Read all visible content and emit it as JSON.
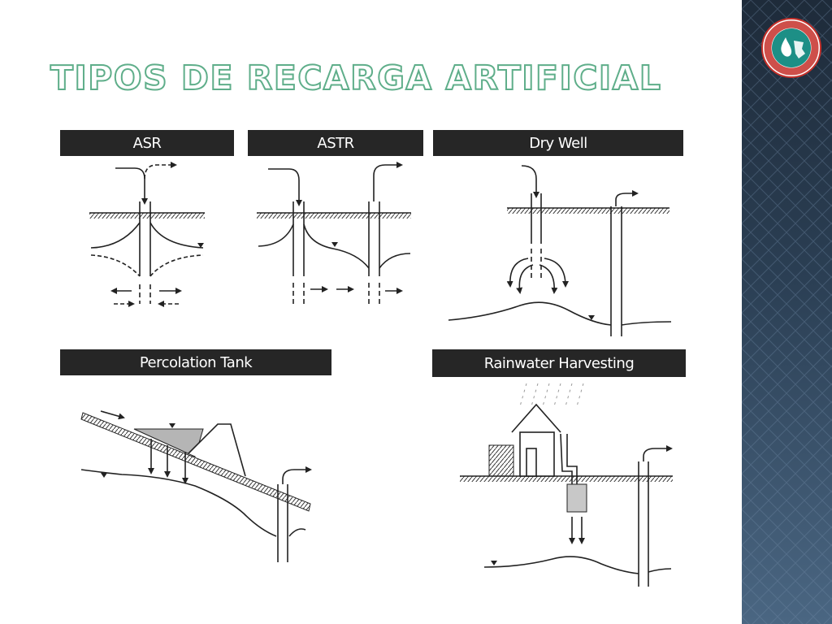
{
  "title": "TIPOS DE RECARGA ARTIFICIAL",
  "panels": {
    "asr": "ASR",
    "astr": "ASTR",
    "dry_well": "Dry Well",
    "percolation_tank": "Percolation Tank",
    "rainwater_harvesting": "Rainwater Harvesting"
  },
  "icons": {
    "logo": "water-organization-seal-icon"
  },
  "colors": {
    "title_outline": "#5fae8a",
    "header_bg": "#262626",
    "sidebar_top": "#1e2b3a",
    "sidebar_bottom": "#4a6682",
    "logo_red": "#c6302a",
    "logo_teal": "#1d8f86"
  }
}
